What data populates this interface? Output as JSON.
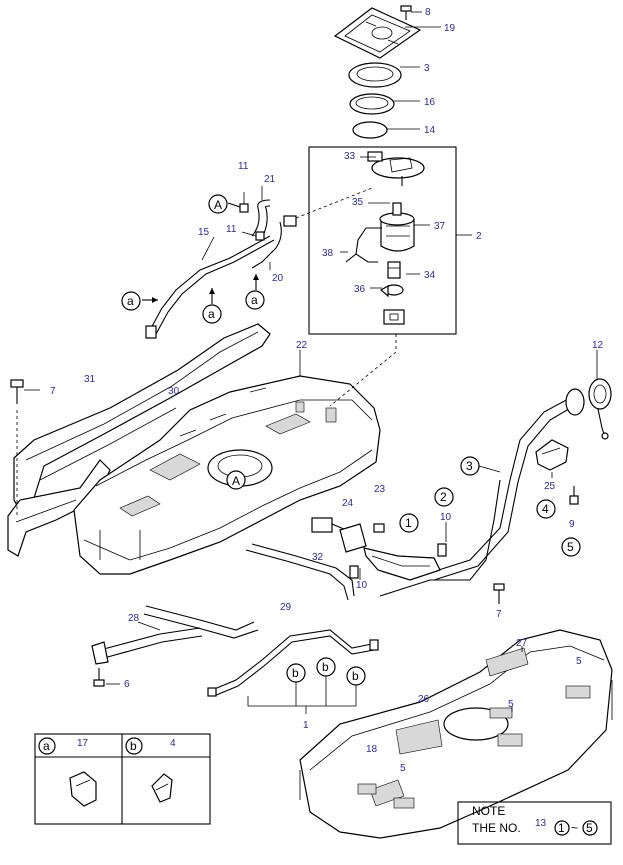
{
  "diagram": {
    "part_numbers": {
      "p8": "8",
      "p19": "19",
      "p3": "3",
      "p16": "16",
      "p14": "14",
      "p33": "33",
      "p2": "2",
      "p11a": "11",
      "p21": "21",
      "p11b": "11",
      "p15": "15",
      "p35": "35",
      "p37": "37",
      "p38": "38",
      "p20": "20",
      "p34": "34",
      "p36": "36",
      "p12": "12",
      "p22": "22",
      "p7a": "7",
      "p31": "31",
      "p30": "30",
      "p25": "25",
      "p23": "23",
      "p24": "24",
      "p10a": "10",
      "p9": "9",
      "p32": "32",
      "p10b": "10",
      "p29": "29",
      "p7b": "7",
      "p28": "28",
      "p27": "27",
      "p5a": "5",
      "p6": "6",
      "p26": "26",
      "p5b": "5",
      "p1": "1",
      "p17": "17",
      "p4": "4",
      "p18": "18",
      "p5c": "5",
      "p5d": "5",
      "p13": "13"
    },
    "callouts": {
      "A1": "A",
      "A2": "A",
      "a1": "a",
      "a2": "a",
      "a3": "a",
      "b1": "b",
      "b2": "b",
      "b3": "b",
      "c1": "1",
      "c2": "2",
      "c3": "3",
      "c4": "4",
      "c5": "5"
    },
    "legend": {
      "col_a_letter": "a",
      "col_a_part": "17",
      "col_b_letter": "b",
      "col_b_part": "4"
    },
    "note": {
      "line1": "NOTE",
      "line2": "THE NO.",
      "part": "13",
      "range_start": "1",
      "range_sep": "~",
      "range_end": "5"
    }
  }
}
